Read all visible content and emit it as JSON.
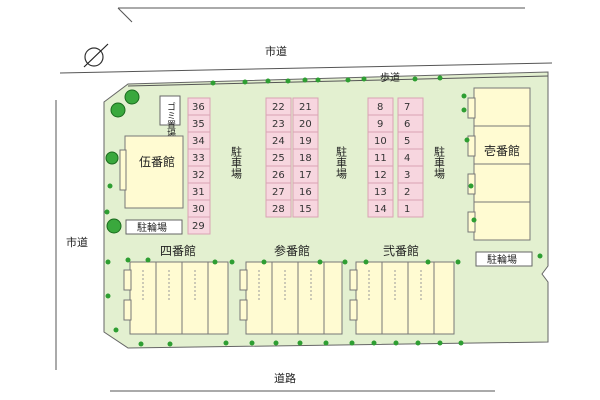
{
  "roads": {
    "top": "市道",
    "left": "市道",
    "bottom": "道路",
    "sidewalk": "歩道"
  },
  "facilities": {
    "garbage": "ゴミ置場",
    "bike_left": "駐輪場",
    "bike_right": "駐輪場",
    "parking_label": "駐車場"
  },
  "buildings": {
    "b1": "壱番館",
    "b2": "弐番館",
    "b3": "参番館",
    "b4": "四番館",
    "b5": "伍番館"
  },
  "parking": {
    "col_a": [
      "36",
      "35",
      "34",
      "33",
      "32",
      "31",
      "30",
      "29"
    ],
    "col_b": [
      "22",
      "23",
      "24",
      "25",
      "26",
      "27",
      "28"
    ],
    "col_c": [
      "21",
      "20",
      "19",
      "18",
      "17",
      "16",
      "15"
    ],
    "col_d": [
      "8",
      "9",
      "10",
      "11",
      "12",
      "13",
      "14"
    ],
    "col_e": [
      "7",
      "6",
      "5",
      "4",
      "3",
      "2",
      "1"
    ]
  },
  "colors": {
    "lot": "#e3f0d0",
    "slot": "#f7d6df",
    "building": "#fffbd2",
    "tree": "#2e9e32"
  }
}
